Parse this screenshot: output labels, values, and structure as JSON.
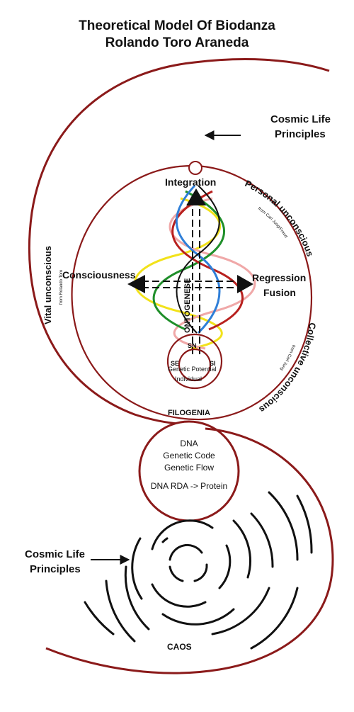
{
  "title": {
    "line1": "Theoretical Model Of Biodanza",
    "line2": "Rolando Toro Araneda"
  },
  "labels": {
    "cosmic_top_1": "Cosmic Life",
    "cosmic_top_2": "Principles",
    "integration": "Integration",
    "consciousness": "Consciousness",
    "regression": "Regression",
    "fusion": "Fusion",
    "ontogenese": "ONTOGENESE",
    "sn": "SN",
    "se": "SE",
    "si": "SI",
    "genetic_potential": "Genetic Potential",
    "individual": "Individual",
    "filogenia": "FILOGENIA",
    "vital_unconscious": "Vital unconscious",
    "vital_source": "from Rolando Toro",
    "personal_unconscious": "Personal unconscious",
    "personal_source": "from Carl Jung/Freud",
    "collective_unconscious": "Collective unconscious",
    "collective_source": "from Carl Jung",
    "dna": "DNA",
    "genetic_code": "Genetic Code",
    "genetic_flow": "Genetic Flow",
    "dna_rda": "DNA  RDA -> Protein",
    "cosmic_bottom_1": "Cosmic Life",
    "cosmic_bottom_2": "Principles",
    "caos": "CAOS"
  },
  "colors": {
    "maroon": "#8b1a1a",
    "black": "#111111",
    "helix_yellow": "#f2e21a",
    "helix_green": "#1f8f2a",
    "helix_blue": "#2f7fd8",
    "helix_red": "#b8201e",
    "helix_pink": "#f0a8a8"
  }
}
